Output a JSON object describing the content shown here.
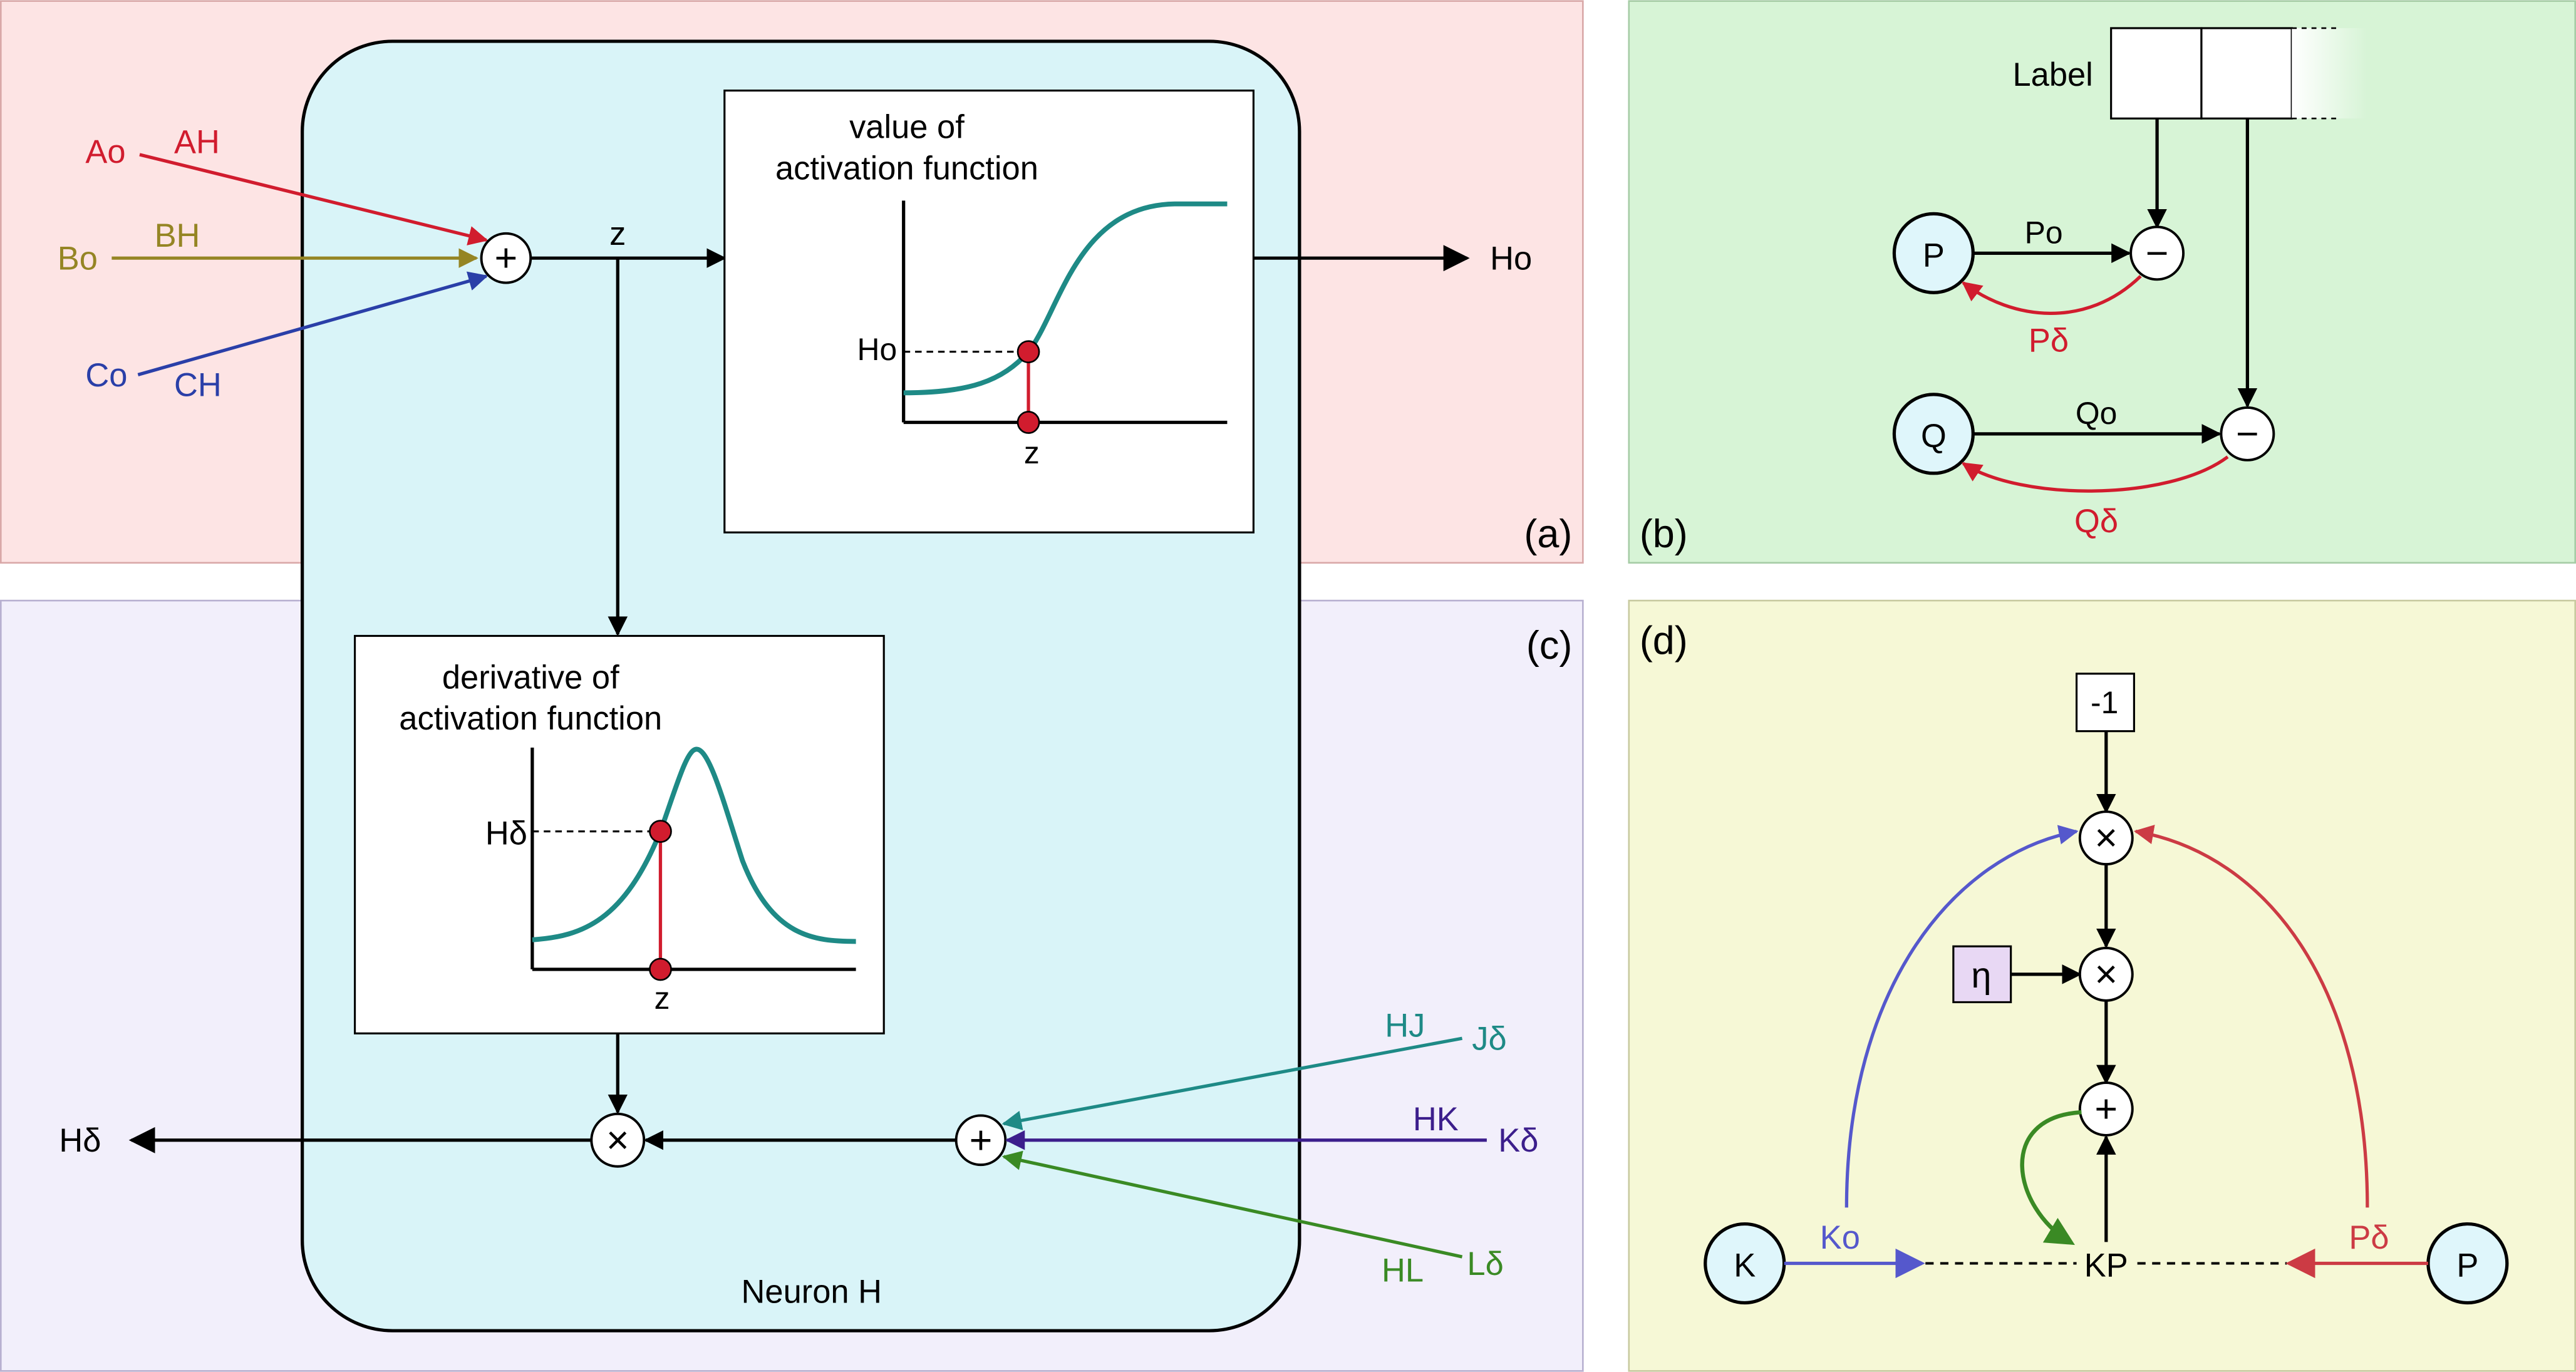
{
  "colors": {
    "panel_a": "#fde4e4",
    "panel_b": "#d7f4d6",
    "panel_c": "#f2effb",
    "panel_d": "#f6f8d6",
    "neuron": "#d9f4f8",
    "teal": "#1e8a86",
    "red": "#d11c2e",
    "olive": "#958524",
    "blue": "#2a3fa8",
    "purple": "#3c1e8c",
    "green": "#3a8a24",
    "blue_d": "#5558cc",
    "red_d": "#cc3b44",
    "eta_box": "#e8d8f4"
  },
  "panel_labels": {
    "a": "(a)",
    "b": "(b)",
    "c": "(c)",
    "d": "(d)"
  },
  "panel_a": {
    "inputs": [
      {
        "source": "Ao",
        "weight": "AH"
      },
      {
        "source": "Bo",
        "weight": "BH"
      },
      {
        "source": "Co",
        "weight": "CH"
      }
    ],
    "sum_symbol": "+",
    "z_label": "z",
    "output_label": "Ho",
    "activation_title_line1": "value of",
    "activation_title_line2": "activation function",
    "activation_y_label": "Ho",
    "activation_x_label": "z"
  },
  "panel_b": {
    "label_text": "Label",
    "node_p": "P",
    "node_q": "Q",
    "po_label": "Po",
    "qo_label": "Qo",
    "p_delta": "Pδ",
    "q_delta": "Qδ",
    "minus_symbol": "−"
  },
  "panel_c": {
    "derivative_title_line1": "derivative of",
    "derivative_title_line2": "activation function",
    "derivative_y_label": "Hδ",
    "derivative_x_label": "z",
    "output_label": "Hδ",
    "times_symbol": "×",
    "sum_symbol": "+",
    "inputs": [
      {
        "source": "Jδ",
        "weight": "HJ"
      },
      {
        "source": "Kδ",
        "weight": "HK"
      },
      {
        "source": "Lδ",
        "weight": "HL"
      }
    ],
    "neuron_label": "Neuron H"
  },
  "panel_d": {
    "minus_one": "-1",
    "eta": "η",
    "times_symbol": "×",
    "sum_symbol": "+",
    "node_k": "K",
    "node_p": "P",
    "ko_label": "Ko",
    "p_delta": "Pδ",
    "kp_label": "KP"
  }
}
